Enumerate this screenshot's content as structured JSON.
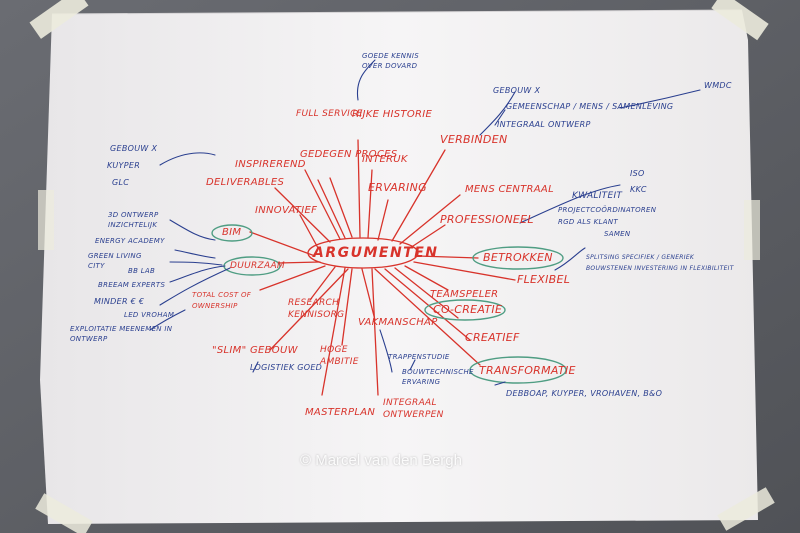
{
  "center": "ARGUMENTEN",
  "red_labels": {
    "full_service": "FULL SERVICE",
    "rijke_historie": "RIJKE HISTORIE",
    "gedegen_proces": "GEDEGEN PROCES",
    "inspirerend": "INSPIREREND",
    "intereuk": "INTERUK",
    "verbinden": "VERBINDEN",
    "deliverables": "DELIVERABLES",
    "ervaring": "ERVARING",
    "mens_centraal": "MENS CENTRAAL",
    "innovatief": "INNOVATIEF",
    "professioneel": "PROFESSIONEEL",
    "bim": "BIM",
    "duurzaam": "DUURZAAM",
    "betrokken": "BETROKKEN",
    "flexibel": "FLEXIBEL",
    "total_cost": "TOTAL COST OF OWNERSHIP",
    "research": "RESEARCH KENNISORG",
    "vakmanschap": "VAKMANSCHAP",
    "teamspeler": "TEAMSPELER",
    "co_creatie": "CO-CREATIE",
    "creatief": "CREATIEF",
    "slim_gebouw": "\"SLIM\" GEBOUW",
    "hoge_ambitie": "HOGE AMBITIE",
    "transformatie": "TRANSFORMATIE",
    "masterplan": "MASTERPLAN",
    "integraal_ontwerpen": "INTEGRAAL ONTWERPEN"
  },
  "blue_labels": {
    "goede_kennis": "GOEDE KENNIS OVER DOVARD",
    "gebouw_x_top": "GEBOUW X",
    "gemeenschap": "GEMEENSCHAP / MENS / SAMENLEVING",
    "wmdc": "WMDC",
    "integraal_ontwerp": "INTEGRAAL ONTWERP",
    "gebouw_x_left": "GEBOUW X",
    "kuyper": "KUYPER",
    "glc": "GLC",
    "iso": "ISO",
    "kwaliteit": "KWALITEIT",
    "kkc": "KKC",
    "projectcoordinatoren": "PROJECTCOÖRDINATOREN",
    "rgd": "RGD ALS KLANT",
    "samen": "SAMEN",
    "ontwerp_3d": "3D ONTWERP INZICHTELIJK",
    "energy_academy": "ENERGY ACADEMY",
    "green_living": "GREEN LIVING CITY",
    "bb_lab": "BB LAB",
    "breeam": "BREEAM EXPERTS",
    "minder": "MINDER € €",
    "led": "LED VROHAM",
    "exploitatie": "EXPLOITATIE MEENEMEN IN ONTWERP",
    "splitsing": "SPLITSING SPECIFIEK / GENERIEK",
    "bouwstenen": "BOUWSTENEN INVESTERING IN FLEXIBILITEIT",
    "trappenstudie": "TRAPPENSTUDIE",
    "bouwtechnische": "BOUWTECHNISCHE ERVARING",
    "logistiek": "LOGISTIEK GOED",
    "projects": "DEBBOAP, KUYPER, VROHAVEN, B&O"
  },
  "credit": "© Marcel van den Bergh",
  "colors": {
    "red_ink": "#d8332b",
    "blue_ink": "#2a3f8f",
    "green_ink": "#4f9d83",
    "paper": "#f1eff0",
    "background": "#5f6166",
    "tape": "#ecebdd"
  }
}
